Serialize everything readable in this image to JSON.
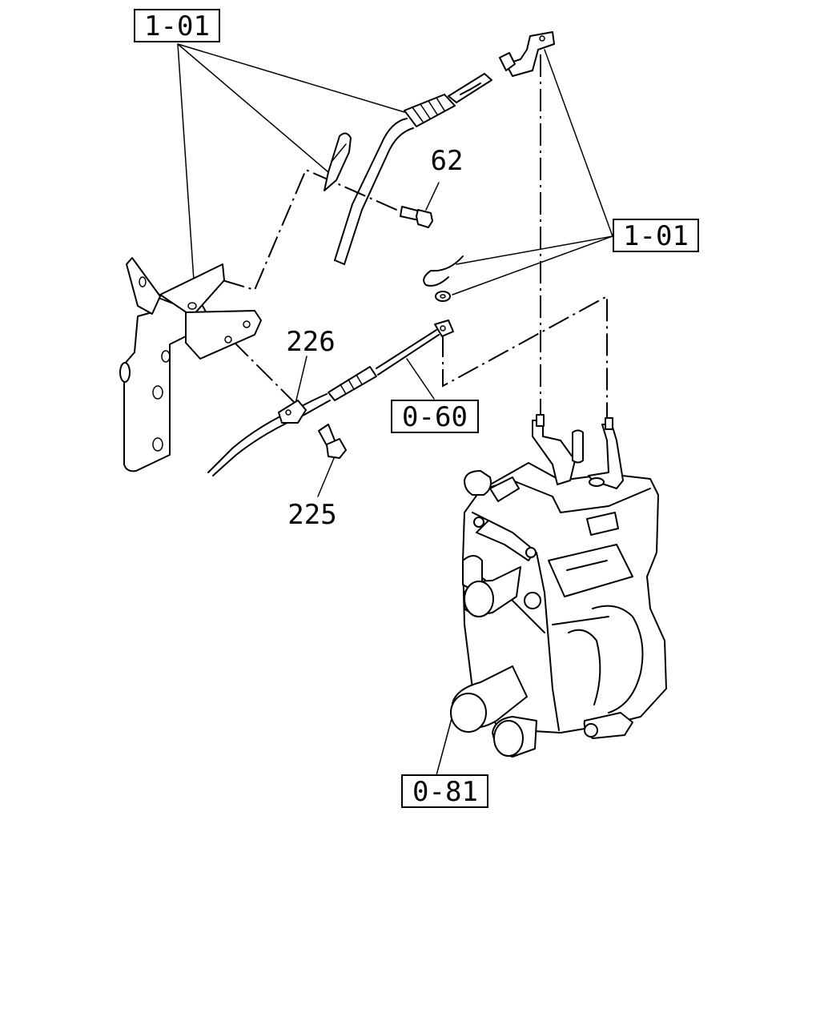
{
  "callouts": {
    "ref_top_left": "1-01",
    "ref_right": "1-01",
    "ref_cable": "0-60",
    "ref_pump": "0-81",
    "part_62": "62",
    "part_226": "226",
    "part_225": "225"
  },
  "colors": {
    "ink": "#000000",
    "paper": "#ffffff"
  }
}
